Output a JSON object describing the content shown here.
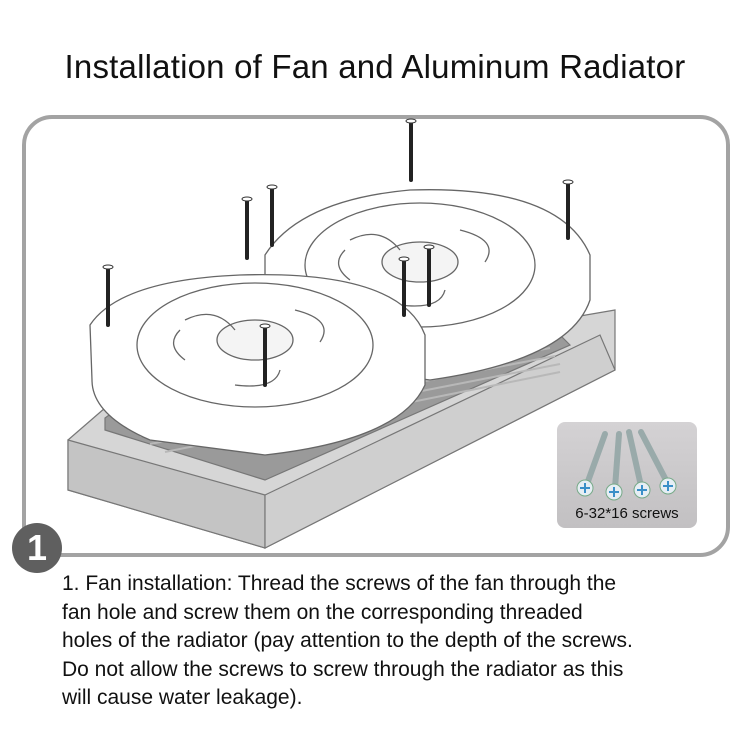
{
  "title": "Installation of Fan and Aluminum Radiator",
  "step_number": "1",
  "screw_inset": {
    "label": "6-32*16 screws"
  },
  "description_lines": [
    "1. Fan installation: Thread the screws of the fan through the",
    "fan hole and screw them on the corresponding threaded",
    "holes of the radiator (pay attention to the depth of the screws.",
    "Do not allow the screws to screw through the radiator as this",
    "will cause water leakage)."
  ]
}
